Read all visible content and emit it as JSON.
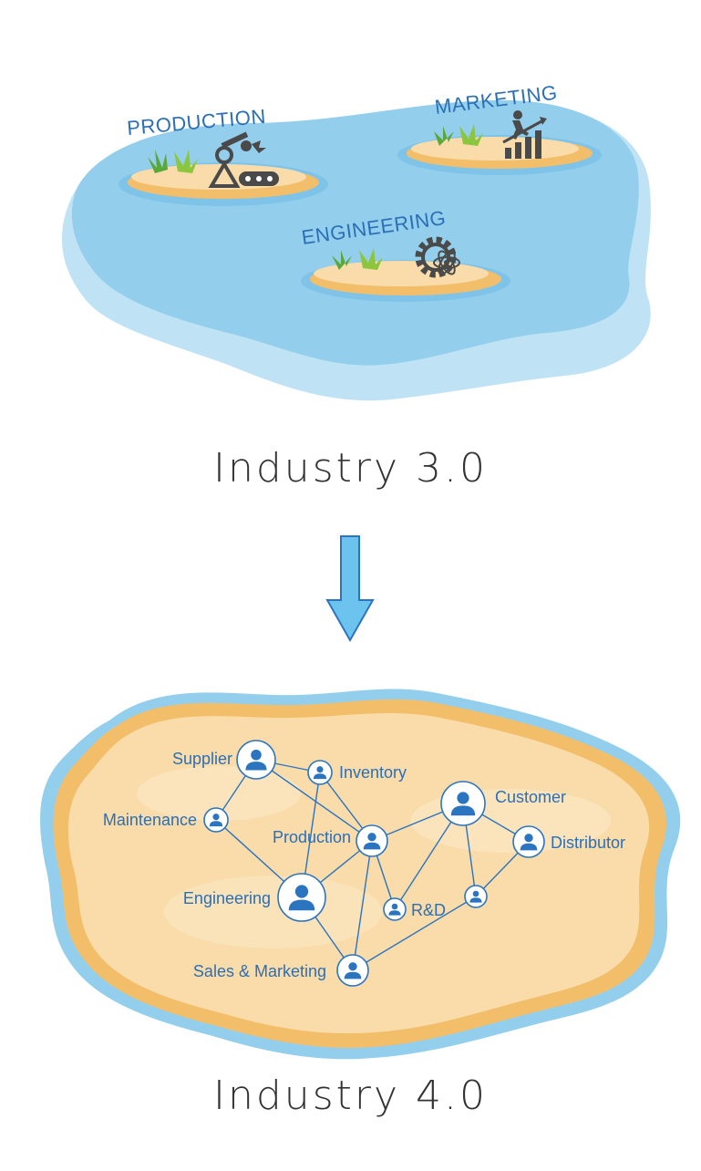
{
  "colors": {
    "water": "#93cfec",
    "water_light": "#bfe3f4",
    "sand": "#f9dcaa",
    "sand_edge": "#f3be6a",
    "text_blue": "#2b6fb7",
    "node_blue": "#2b74c0",
    "icon_gray": "#4a4a4a",
    "arrow": "#6cc3ee",
    "caption": "#333333"
  },
  "industry3": {
    "caption": "Industry 3.0",
    "islands": [
      {
        "label": "PRODUCTION",
        "icon": "robot-arm-conveyor-icon"
      },
      {
        "label": "MARKETING",
        "icon": "growth-chart-climber-icon"
      },
      {
        "label": "ENGINEERING",
        "icon": "gear-atom-icon"
      }
    ]
  },
  "transition_arrow": "down-arrow",
  "industry4": {
    "caption": "Industry 4.0",
    "nodes": [
      {
        "id": "supplier",
        "label": "Supplier",
        "icon": "person-icon"
      },
      {
        "id": "inventory",
        "label": "Inventory",
        "icon": "person-icon"
      },
      {
        "id": "customer",
        "label": "Customer",
        "icon": "person-icon"
      },
      {
        "id": "maintenance",
        "label": "Maintenance",
        "icon": "person-icon"
      },
      {
        "id": "production",
        "label": "Production",
        "icon": "person-icon"
      },
      {
        "id": "distributor",
        "label": "Distributor",
        "icon": "person-icon"
      },
      {
        "id": "engineering",
        "label": "Engineering",
        "icon": "person-icon"
      },
      {
        "id": "rnd",
        "label": "R&D",
        "icon": "person-icon"
      },
      {
        "id": "unlabeled",
        "label": "",
        "icon": "person-icon"
      },
      {
        "id": "sales",
        "label": "Sales & Marketing",
        "icon": "person-icon"
      }
    ],
    "links": [
      [
        "supplier",
        "inventory"
      ],
      [
        "supplier",
        "maintenance"
      ],
      [
        "supplier",
        "production"
      ],
      [
        "inventory",
        "engineering"
      ],
      [
        "inventory",
        "production"
      ],
      [
        "maintenance",
        "engineering"
      ],
      [
        "production",
        "engineering"
      ],
      [
        "production",
        "rnd"
      ],
      [
        "production",
        "sales"
      ],
      [
        "production",
        "customer"
      ],
      [
        "customer",
        "rnd"
      ],
      [
        "customer",
        "unlabeled"
      ],
      [
        "customer",
        "distributor"
      ],
      [
        "distributor",
        "unlabeled"
      ],
      [
        "engineering",
        "sales"
      ],
      [
        "unlabeled",
        "sales"
      ]
    ]
  }
}
